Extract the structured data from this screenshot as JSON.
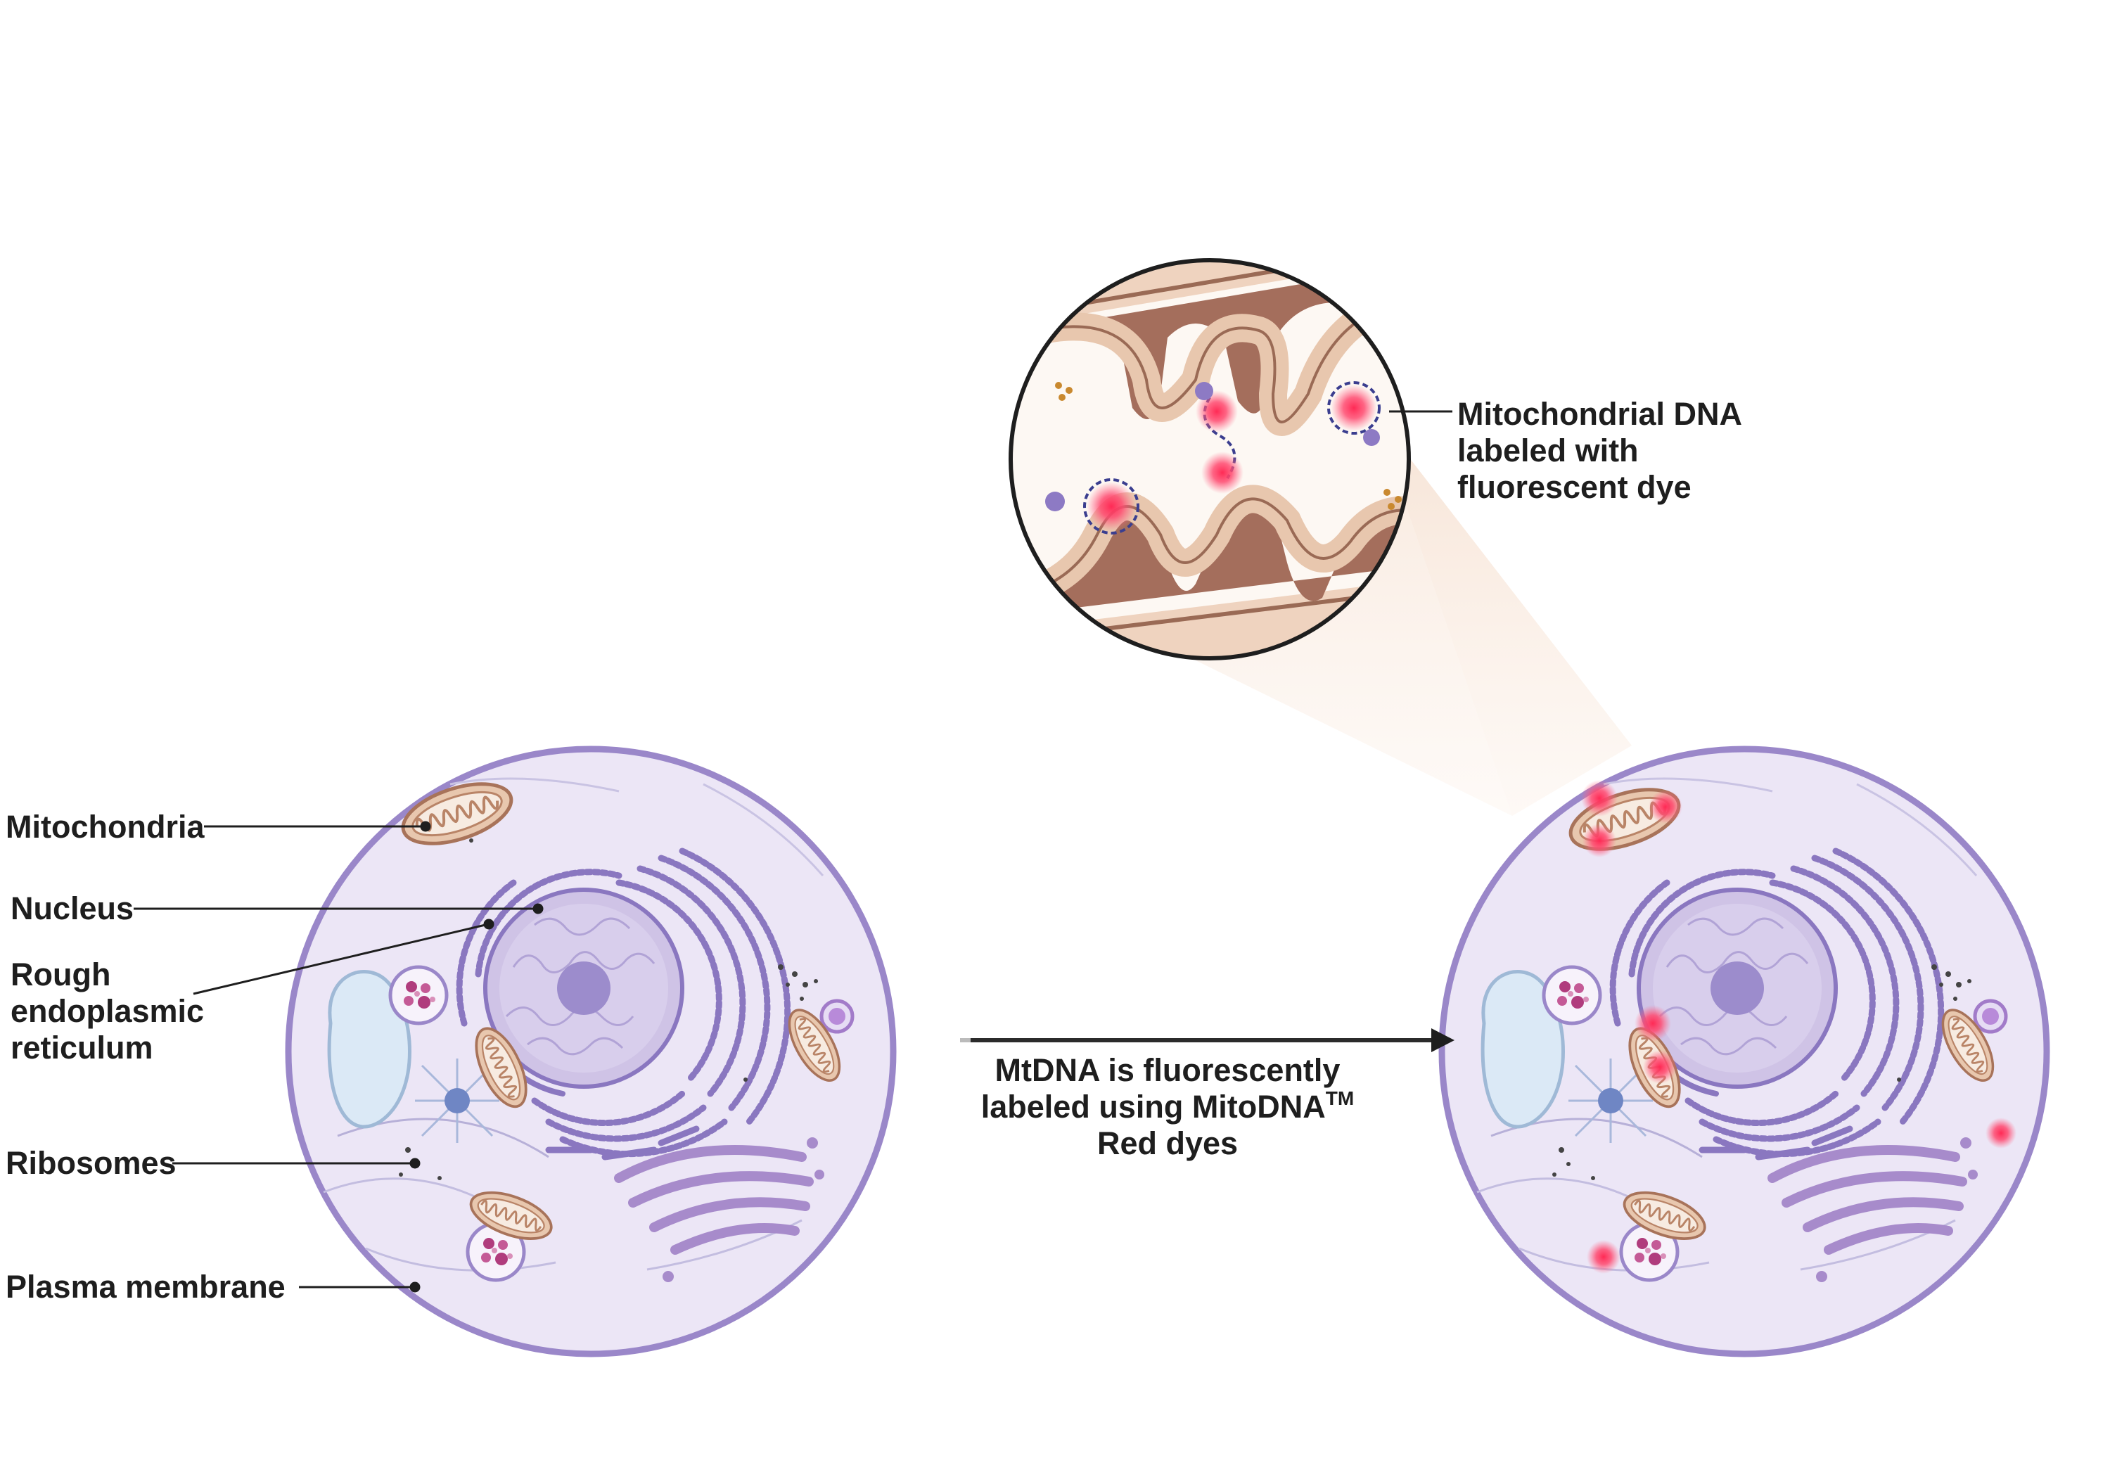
{
  "left_cell_labels": {
    "mitochondria": "Mitochondria",
    "nucleus": "Nucleus",
    "rer_line1": "Rough",
    "rer_line2": "endoplasmic",
    "rer_line3": "reticulum",
    "ribosomes": "Ribosomes",
    "plasma_membrane": "Plasma membrane"
  },
  "arrow_caption": {
    "line1": "MtDNA is fluorescently",
    "line2_prefix": "labeled using MitoDNA",
    "line2_sup": "TM",
    "line3": "Red dyes"
  },
  "zoom_callout": {
    "line1": "Mitochondrial DNA",
    "line2": "labeled with",
    "line3": "fluorescent dye"
  },
  "colors": {
    "cell_fill": "#ece6f6",
    "cell_border": "#9a87c9",
    "organelle_purple": "#8a77c0",
    "golgi": "#a78bcb",
    "mito_fill": "#e8c7ae",
    "mito_edge": "#a8735a",
    "matrix_dark": "#a46e5c",
    "fluorescent": "#ff2a55",
    "vacuole": "#dbe9f6"
  }
}
